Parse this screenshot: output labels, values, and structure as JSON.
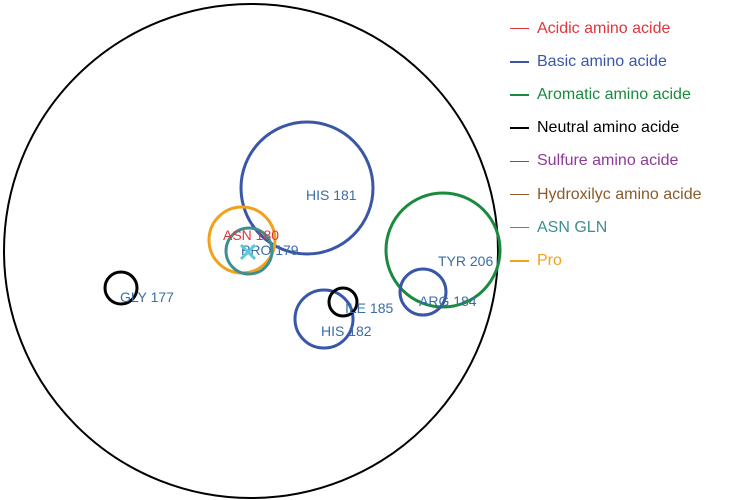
{
  "colors": {
    "acidic": "#e0363b",
    "basic": "#3a56a8",
    "aromatic": "#1a8a3e",
    "neutral": "#000000",
    "sulfur": "#8e3a9c",
    "hydroxyl": "#8a5a2b",
    "asn_gln": "#3e8f92",
    "pro": "#f0a21d",
    "label_blue": "#3a6ea5"
  },
  "legend": [
    {
      "label": "Acidic amino acide",
      "color_key": "acidic"
    },
    {
      "label": "Basic amino acide",
      "color_key": "basic"
    },
    {
      "label": "Aromatic amino acide",
      "color_key": "aromatic"
    },
    {
      "label": "Neutral amino acide",
      "color_key": "neutral"
    },
    {
      "label": "Sulfure amino acide",
      "color_key": "sulfur"
    },
    {
      "label": "Hydroxilyc amino acide",
      "color_key": "hydroxyl"
    },
    {
      "label": "ASN GLN",
      "color_key": "asn_gln"
    },
    {
      "label": "Pro",
      "color_key": "pro"
    }
  ],
  "residues": [
    {
      "label": "HIS 181",
      "category": "basic"
    },
    {
      "label": "ASN 180",
      "category": "pro"
    },
    {
      "label": "PRO 179",
      "category": "asn_gln"
    },
    {
      "label": "TYR 206",
      "category": "aromatic"
    },
    {
      "label": "ARG 184",
      "category": "basic"
    },
    {
      "label": "HIS 182",
      "category": "basic"
    },
    {
      "label": "ILE 185",
      "category": "neutral"
    },
    {
      "label": "GLY 177",
      "category": "neutral"
    }
  ]
}
